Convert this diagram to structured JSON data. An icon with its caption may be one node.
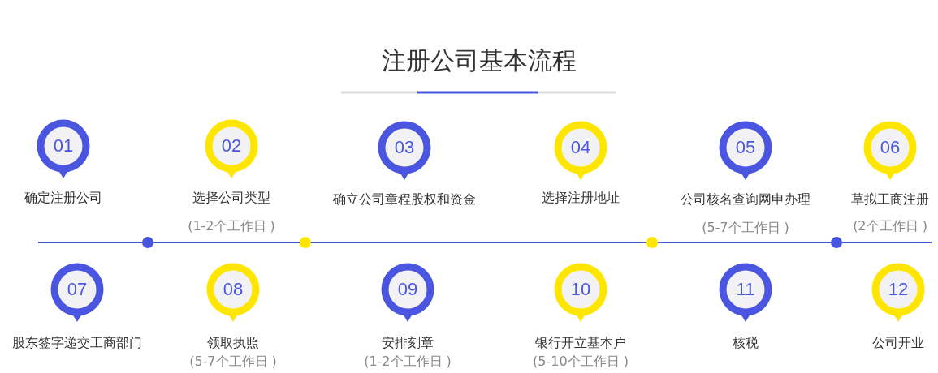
{
  "diagram": {
    "title": "注册公司基本流程",
    "nodes": [
      {
        "text": [
          "01"
        ],
        "beside": [
          "确定注册公司"
        ]
      },
      {
        "text": [
          "02"
        ],
        "beside": [
          "选择公司类型",
          "(1-2个工作日 )"
        ]
      },
      {
        "text": [
          "03"
        ],
        "beside": [
          "确立公司章程股权和资金"
        ]
      },
      {
        "text": [
          "04"
        ],
        "beside": [
          "选择注册地址"
        ]
      },
      {
        "text": [
          "05"
        ],
        "beside": [
          "公司核名查询网申办理",
          "(5-7个工作日 )"
        ]
      },
      {
        "text": [
          "06"
        ],
        "beside": [
          "草拟工商注册",
          "(2个工作日 )"
        ]
      },
      {
        "text": [
          "07"
        ],
        "beside": [
          "股东签字递交工商部门"
        ]
      },
      {
        "text": [
          "08"
        ],
        "beside": [
          "领取执照",
          "(5-7个工作日 )"
        ]
      },
      {
        "text": [
          "09"
        ],
        "beside": [
          "安排刻章",
          "(1-2个工作日 )"
        ]
      },
      {
        "text": [
          "10"
        ],
        "beside": [
          "银行开立基本户",
          "(5-10个工作日 )"
        ]
      },
      {
        "text": [
          "11"
        ],
        "beside": [
          "核税"
        ]
      },
      {
        "text": [
          "12"
        ],
        "beside": [
          "公司开业"
        ]
      }
    ]
  }
}
